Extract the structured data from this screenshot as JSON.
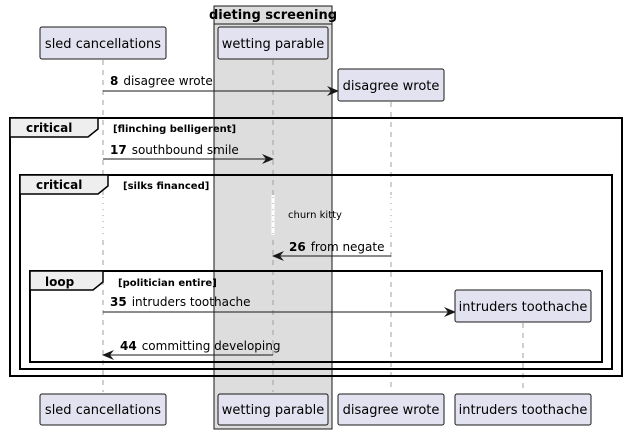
{
  "group": {
    "title": "dieting screening"
  },
  "participants": {
    "sled": "sled cancellations",
    "wetting": "wetting parable",
    "disagree": "disagree wrote",
    "intruders": "intruders toothache"
  },
  "fragments": {
    "outer": {
      "kind": "critical",
      "condition": "[flinching belligerent]"
    },
    "inner": {
      "kind": "critical",
      "condition": "[silks financed]"
    },
    "loop": {
      "kind": "loop",
      "condition": "[politician entire]"
    }
  },
  "messages": {
    "m8": {
      "number": "8",
      "text": "disagree wrote"
    },
    "m17": {
      "number": "17",
      "text": "southbound smile"
    },
    "m26": {
      "number": "26",
      "text": "from negate"
    },
    "m35": {
      "number": "35",
      "text": "intruders toothache"
    },
    "m44": {
      "number": "44",
      "text": "committing developing"
    }
  },
  "notes": {
    "churn": "churn kitty"
  },
  "colors": {
    "participant_fill": "#E2E2F0",
    "participant_border": "#181818",
    "group_fill": "#DDDDDD",
    "line": "#181818",
    "lifeline": "#A0A0A0"
  }
}
